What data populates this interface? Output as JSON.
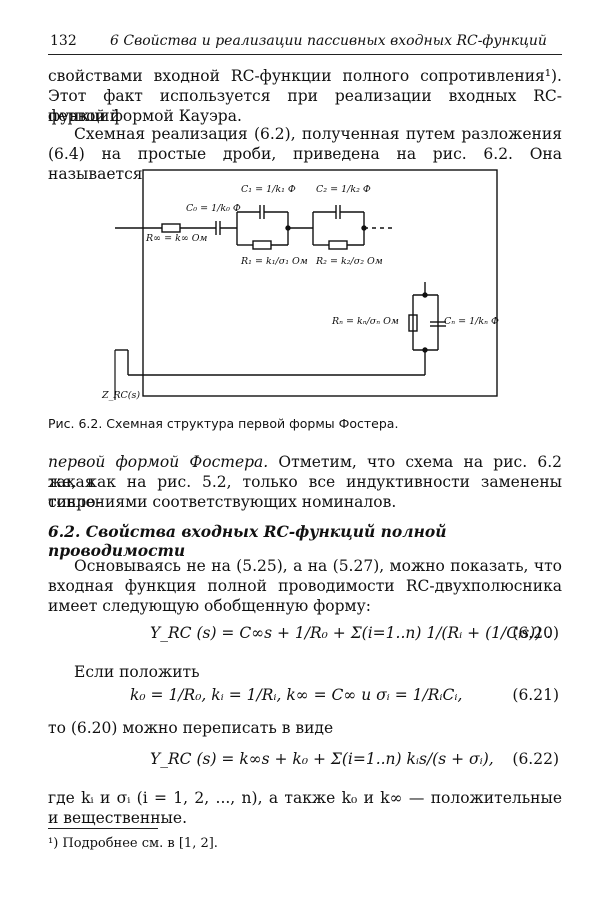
{
  "header": {
    "page_number": "132",
    "running_title": "6  Свойства и реализации пассивных входных RC-функций"
  },
  "body": {
    "p1_line1": "свойствами входной RC-функции полного сопротивления¹).",
    "p1_line2": "Этот факт используется при реализации входных RC-функций",
    "p1_line3": "первой формой Кауэра.",
    "p2_line1": "Схемная реализация (6.2), полученная путем разложения",
    "p2_line2": "(6.4) на простые дроби, приведена на рис. 6.2. Она называется",
    "p3_line1_italic": "первой формой Фостера.",
    "p3_line1_rest": " Отметим, что схема на рис. 6.2 такая",
    "p3_line2": "же, как на рис. 5.2, только все индуктивности заменены сопро-",
    "p3_line3": "тивлениями соответствующих номиналов.",
    "section_title": "6.2. Свойства входных RC-функций полной проводимости",
    "p4_line1": "Основываясь не на (5.25), а на (5.27), можно показать, что",
    "p4_line2": "входная функция полной проводимости RC-двухполюсника",
    "p4_line3": "имеет следующую обобщенную форму:",
    "p5": "Если положить",
    "p6": "то (6.20) можно переписать в виде",
    "p7_line1": "где kᵢ и σᵢ (i = 1, 2, ..., n), а также k₀ и k∞ — положительные",
    "p7_line2": "и вещественные."
  },
  "figure": {
    "caption": "Рис. 6.2. Схемная структура первой формы Фостера.",
    "labels": {
      "c0": "C₀ = 1/k₀ Ф",
      "c1": "C₁ = 1/k₁ Ф",
      "c2": "C₂ = 1/k₂ Ф",
      "r_inf": "R∞ = k∞ Ом",
      "r1": "R₁ = k₁/σ₁ Ом",
      "r2": "R₂ = k₂/σ₂ Ом",
      "rn": "Rₙ = kₙ/σₙ Ом",
      "cn": "Cₙ = 1/kₙ Ф",
      "zrc": "Z_RC(s)"
    }
  },
  "equations": {
    "eq620_lhs": "Y_RC (s) = C∞s + 1/R₀ + Σ(i=1..n) 1/(Rᵢ + (1/Cᵢs)) .",
    "eq620_num": "(6.20)",
    "eq621": "k₀ = 1/R₀,   kᵢ = 1/Rᵢ,   k∞ = C∞  и  σᵢ = 1/RᵢCᵢ,",
    "eq621_num": "(6.21)",
    "eq622_lhs": "Y_RC (s) = k∞s + k₀ + Σ(i=1..n) kᵢs/(s + σᵢ),",
    "eq622_num": "(6.22)"
  },
  "footnote": {
    "text": "¹) Подробнее см. в [1, 2]."
  }
}
